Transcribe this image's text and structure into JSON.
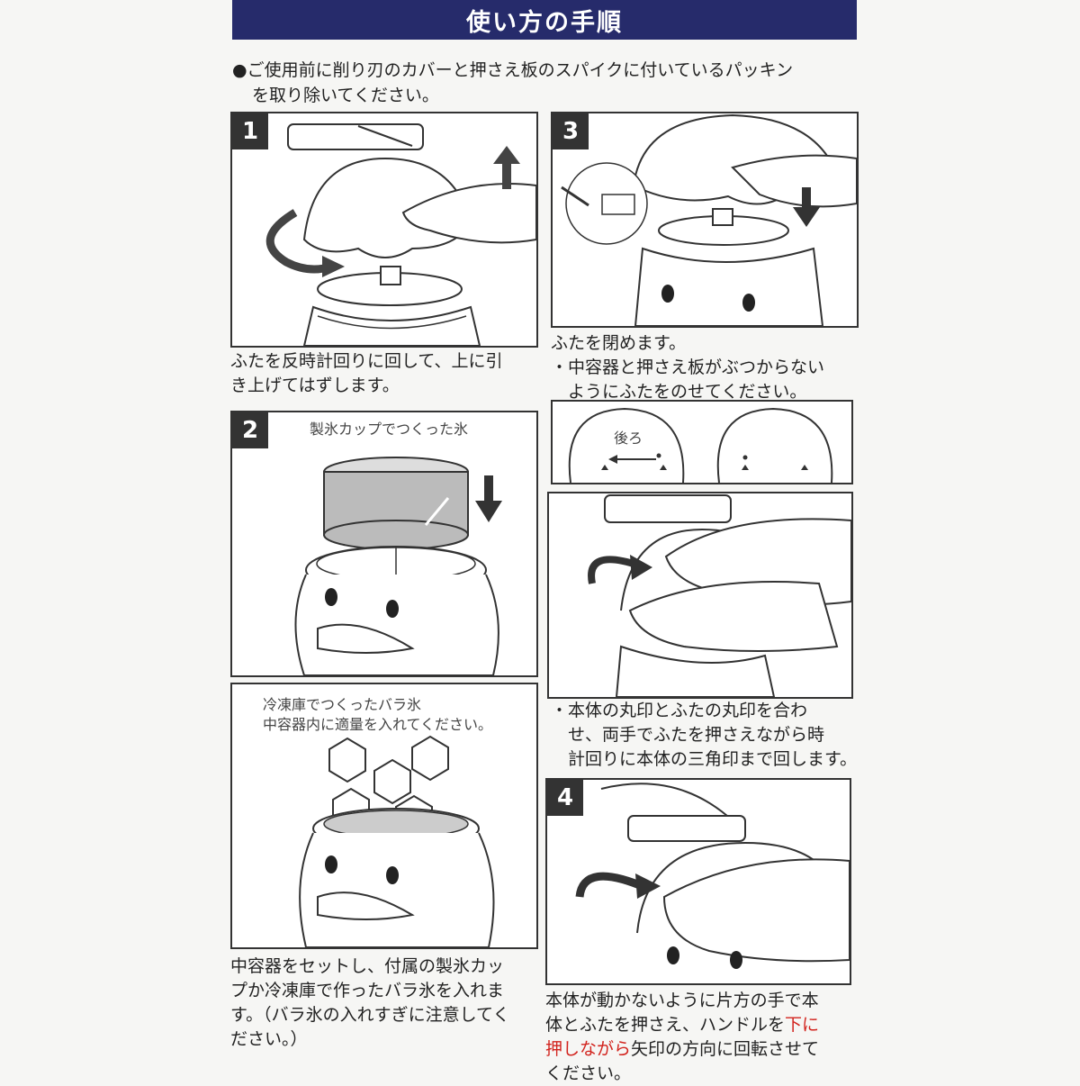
{
  "header": {
    "title": "使い方の手順"
  },
  "intro": {
    "bullet": "●",
    "text_line1": "ご使用前に削り刃のカバーと押さえ板のスパイクに付いているパッキン",
    "text_line2": "を取り除いてください。"
  },
  "steps": [
    {
      "number": "1",
      "caption_line1": "ふたを反時計回りに回して、上に引",
      "caption_line2": "き上げてはずします。"
    },
    {
      "number": "2",
      "label": "製氷カップでつくった氷"
    },
    {
      "label_line1": "冷凍庫でつくったバラ氷",
      "label_line2": "中容器内に適量を入れてください。",
      "caption_line1": "中容器をセットし、付属の製氷カッ",
      "caption_line2": "プか冷凍庫で作ったバラ氷を入れま",
      "caption_line3": "す。（バラ氷の入れすぎに注意してく",
      "caption_line4": "ださい。）"
    },
    {
      "number": "3",
      "caption_line1": "ふたを閉めます。",
      "caption_line2": "・中容器と押さえ板がぶつからない",
      "caption_line3": "　ようにふたをのせてください。",
      "back_label": "後ろ"
    },
    {
      "caption_line1": "・本体の丸印とふたの丸印を合わ",
      "caption_line2": "　せ、両手でふたを押さえながら時",
      "caption_line3": "　計回りに本体の三角印まで回します。"
    },
    {
      "number": "4",
      "caption_line1": "本体が動かないように片方の手で本",
      "caption_line2a": "体とふたを押さえ、ハンドルを",
      "caption_line2b": "下に",
      "caption_line3a": "押しながら",
      "caption_line3b": "矢印の方向に回転させて",
      "caption_line4": "ください。"
    }
  ],
  "colors": {
    "header_bg": "#262b6b",
    "accent_red": "#d2231d",
    "number_bg": "#333333"
  }
}
